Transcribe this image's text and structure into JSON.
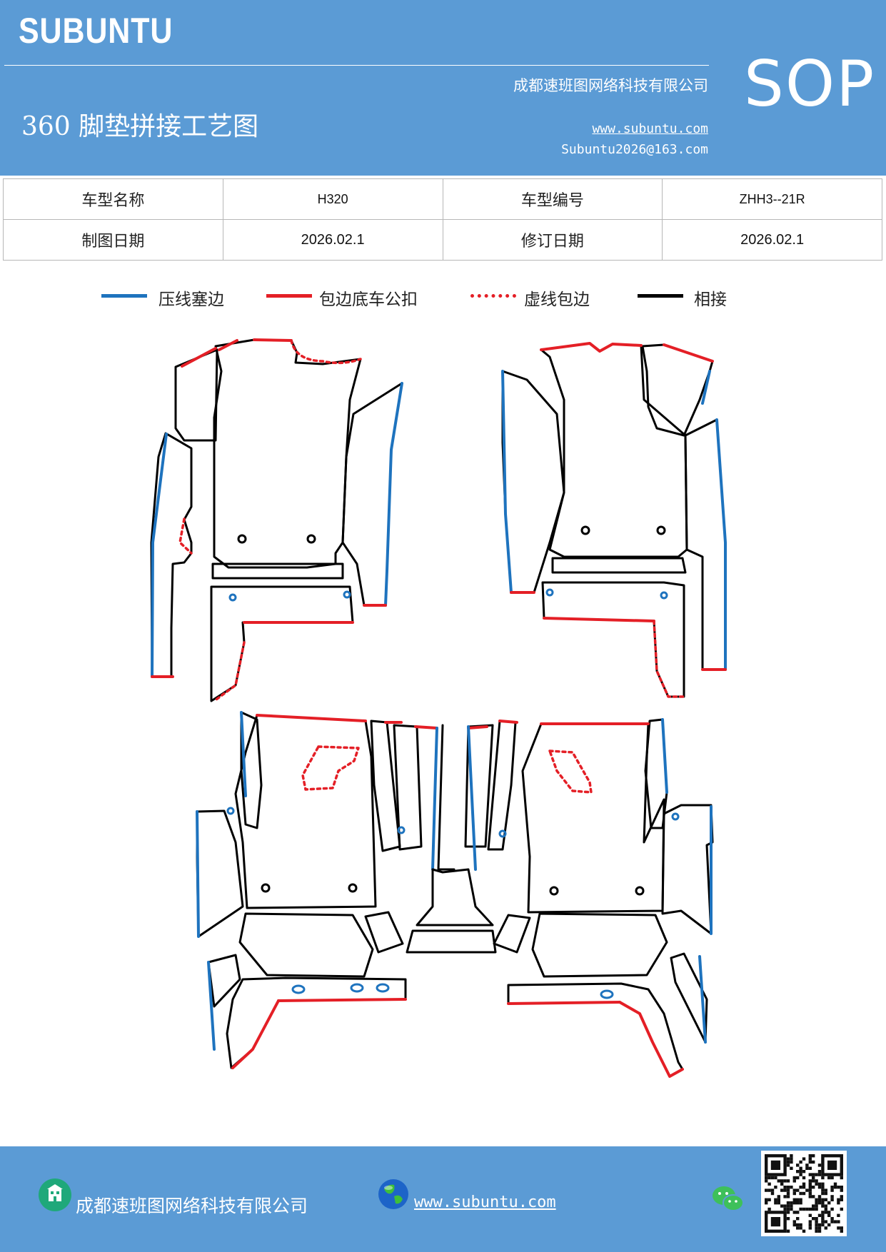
{
  "header": {
    "brand": "SUBUNTU",
    "company": "成都速班图网络科技有限公司",
    "title": "360 脚垫拼接工艺图",
    "website": "www.subuntu.com",
    "email": "Subuntu2026@163.com",
    "badge": "SOP"
  },
  "info_table": {
    "rows": [
      [
        {
          "label": "车型名称",
          "value": "H320"
        },
        {
          "label": "车型编号",
          "value": "ZHH3--21R"
        }
      ],
      [
        {
          "label": "制图日期",
          "value": "2026.02.1"
        },
        {
          "label": "修订日期",
          "value": "2026.02.1"
        }
      ]
    ]
  },
  "legend": [
    {
      "label": "压线塞边",
      "color": "#1e73be",
      "style": "solid"
    },
    {
      "label": "包边底车公扣",
      "color": "#e41f26",
      "style": "solid"
    },
    {
      "label": "虚线包边",
      "color": "#e41f26",
      "style": "dotted"
    },
    {
      "label": "相接",
      "color": "#000000",
      "style": "solid"
    }
  ],
  "footer": {
    "company": "成都速班图网络科技有限公司",
    "website": "www.subuntu.com",
    "icons": [
      "building-icon",
      "globe-icon",
      "wechat-icon",
      "qr-code"
    ]
  }
}
